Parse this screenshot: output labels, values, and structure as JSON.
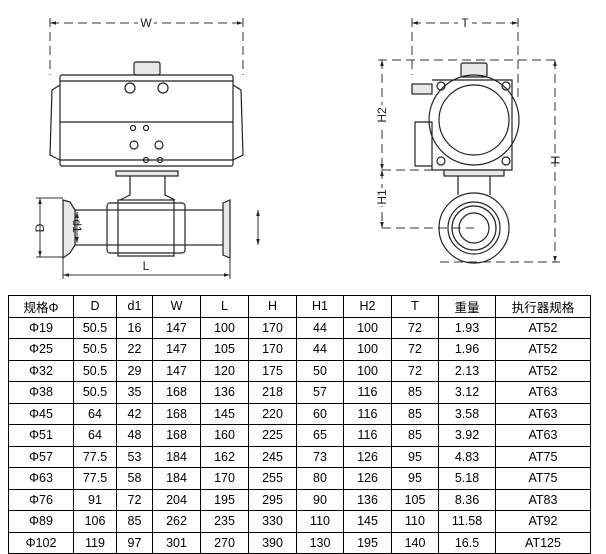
{
  "drawing": {
    "front_view_labels": {
      "width": "W",
      "length": "L",
      "diameter": "D",
      "inner_diameter": "d1"
    },
    "side_view_labels": {
      "thickness": "T",
      "height": "H",
      "height1": "H1",
      "height2": "H2"
    }
  },
  "table": {
    "headers": [
      "规格Φ",
      "D",
      "d1",
      "W",
      "L",
      "H",
      "H1",
      "H2",
      "T",
      "重量",
      "执行器规格"
    ],
    "rows": [
      [
        "Φ19",
        "50.5",
        "16",
        "147",
        "100",
        "170",
        "44",
        "100",
        "72",
        "1.93",
        "AT52"
      ],
      [
        "Φ25",
        "50.5",
        "22",
        "147",
        "105",
        "170",
        "44",
        "100",
        "72",
        "1.96",
        "AT52"
      ],
      [
        "Φ32",
        "50.5",
        "29",
        "147",
        "120",
        "175",
        "50",
        "100",
        "72",
        "2.13",
        "AT52"
      ],
      [
        "Φ38",
        "50.5",
        "35",
        "168",
        "136",
        "218",
        "57",
        "116",
        "85",
        "3.12",
        "AT63"
      ],
      [
        "Φ45",
        "64",
        "42",
        "168",
        "145",
        "220",
        "60",
        "116",
        "85",
        "3.58",
        "AT63"
      ],
      [
        "Φ51",
        "64",
        "48",
        "168",
        "160",
        "225",
        "65",
        "116",
        "85",
        "3.92",
        "AT63"
      ],
      [
        "Φ57",
        "77.5",
        "53",
        "184",
        "162",
        "245",
        "73",
        "126",
        "95",
        "4.83",
        "AT75"
      ],
      [
        "Φ63",
        "77.5",
        "58",
        "184",
        "170",
        "255",
        "80",
        "126",
        "95",
        "5.18",
        "AT75"
      ],
      [
        "Φ76",
        "91",
        "72",
        "204",
        "195",
        "295",
        "90",
        "136",
        "105",
        "8.36",
        "AT83"
      ],
      [
        "Φ89",
        "106",
        "85",
        "262",
        "235",
        "330",
        "110",
        "145",
        "110",
        "11.58",
        "AT92"
      ],
      [
        "Φ102",
        "119",
        "97",
        "301",
        "270",
        "390",
        "130",
        "195",
        "140",
        "16.5",
        "AT125"
      ]
    ]
  }
}
